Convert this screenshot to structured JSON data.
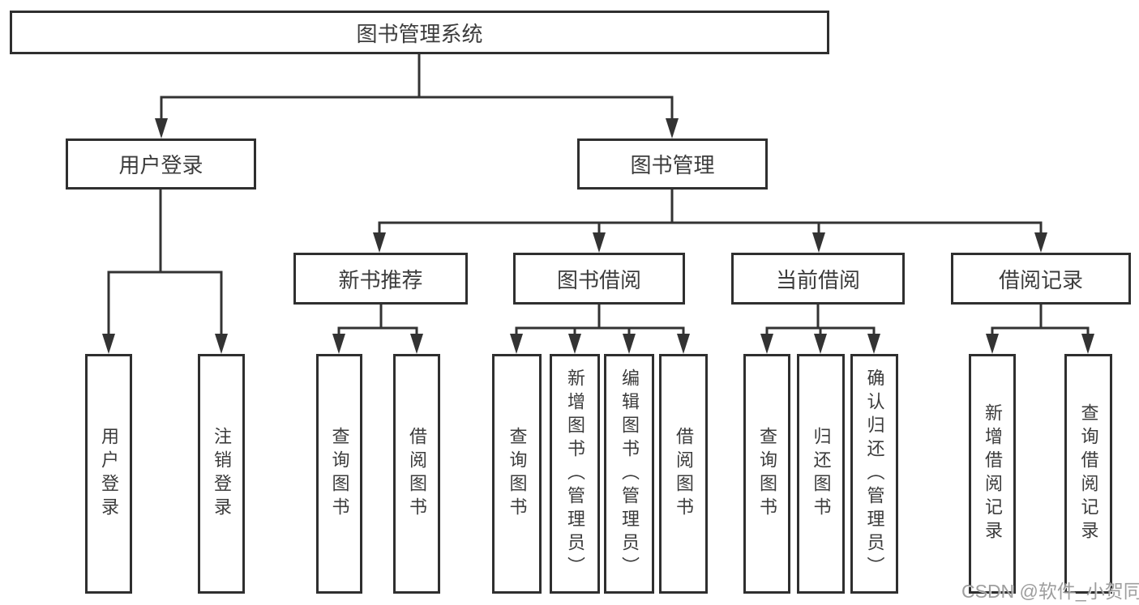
{
  "colors": {
    "line": "#333333",
    "box_border": "#2f2f2f",
    "text": "#3c3c3c",
    "background": "#ffffff",
    "watermark": "#969696"
  },
  "watermark": {
    "text": "CSDN @软件_小贺同学"
  },
  "tree": {
    "root": {
      "label": "图书管理系统"
    },
    "branches": [
      {
        "label": "用户登录",
        "leaves": [
          {
            "label": "用户登录"
          },
          {
            "label": "注销登录"
          }
        ]
      },
      {
        "label": "图书管理",
        "children": [
          {
            "label": "新书推荐",
            "leaves": [
              {
                "label": "查询图书"
              },
              {
                "label": "借阅图书"
              }
            ]
          },
          {
            "label": "图书借阅",
            "leaves": [
              {
                "label": "查询图书"
              },
              {
                "label": "新增图书（管理员）"
              },
              {
                "label": "编辑图书（管理员）"
              },
              {
                "label": "借阅图书"
              }
            ]
          },
          {
            "label": "当前借阅",
            "leaves": [
              {
                "label": "查询图书"
              },
              {
                "label": "归还图书"
              },
              {
                "label": "确认归还（管理员）"
              }
            ]
          },
          {
            "label": "借阅记录",
            "leaves": [
              {
                "label": "新增借阅记录"
              },
              {
                "label": "查询借阅记录"
              }
            ]
          }
        ]
      }
    ]
  }
}
